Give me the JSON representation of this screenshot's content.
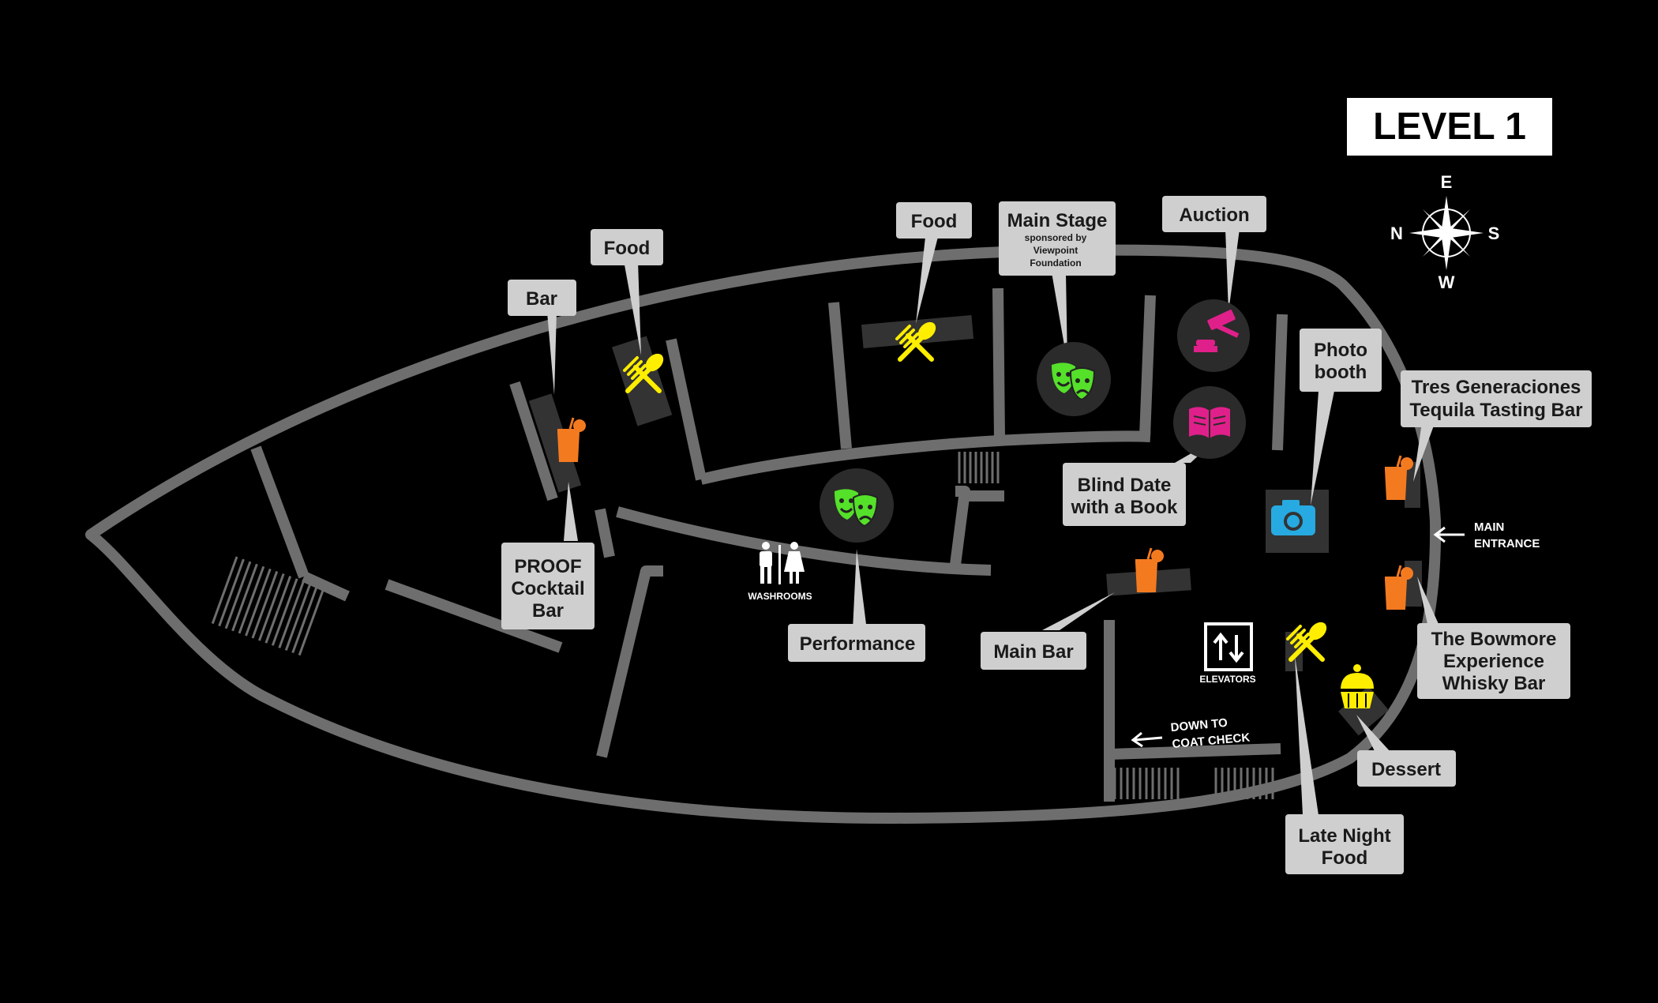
{
  "title": "LEVEL 1",
  "compass": {
    "n": "N",
    "e": "E",
    "s": "S",
    "w": "W"
  },
  "colors": {
    "background": "#000000",
    "walls": "#6e6e6e",
    "label_bg": "#cfcfcf",
    "bar": "#f47a20",
    "food": "#ffee00",
    "stage": "#55e02a",
    "auction": "#e0208a",
    "photo": "#27aae1",
    "dessert": "#ffee00"
  },
  "labels": {
    "bar": "Bar",
    "food_1": "Food",
    "food_2": "Food",
    "main_stage": "Main Stage",
    "main_stage_sponsor_1": "sponsored by",
    "main_stage_sponsor_2": "Viewpoint",
    "main_stage_sponsor_3": "Foundation",
    "auction": "Auction",
    "photo_booth_1": "Photo",
    "photo_booth_2": "booth",
    "tres_1": "Tres Generaciones",
    "tres_2": "Tequila Tasting Bar",
    "blind_date_1": "Blind Date",
    "blind_date_2": "with a Book",
    "proof_1": "PROOF",
    "proof_2": "Cocktail",
    "proof_3": "Bar",
    "performance": "Performance",
    "main_bar": "Main Bar",
    "bowmore_1": "The Bowmore",
    "bowmore_2": "Experience",
    "bowmore_3": "Whisky Bar",
    "dessert": "Dessert",
    "late_night_1": "Late Night",
    "late_night_2": "Food"
  },
  "signs": {
    "washrooms": "WASHROOMS",
    "elevators": "ELEVATORS",
    "main_entrance_1": "MAIN",
    "main_entrance_2": "ENTRANCE",
    "down_to_1": "DOWN TO",
    "down_to_2": "COAT CHECK"
  },
  "icons": {
    "bar": "cocktail-icon",
    "food": "fork-spoon-icon",
    "stage": "theater-masks-icon",
    "auction": "gavel-icon",
    "book": "open-book-icon",
    "photo": "camera-icon",
    "dessert": "cupcake-icon",
    "washrooms": "washroom-icon",
    "elevator": "elevator-icon",
    "compass": "compass-rose-icon",
    "arrow": "arrow-left-icon"
  }
}
